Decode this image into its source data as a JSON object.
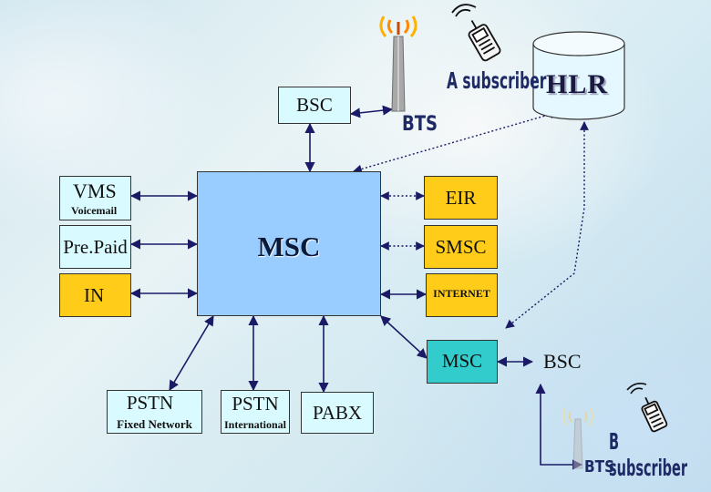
{
  "nodes": {
    "bsc_top": "BSC",
    "vms": "VMS",
    "vms_sub": "Voicemail",
    "prepaid": "Pre.Paid",
    "in": "IN",
    "msc_main": "MSC",
    "eir": "EIR",
    "smsc": "SMSC",
    "internet": "INTERNET",
    "msc_b": "MSC",
    "bsc_b": "BSC",
    "pstn_fixed": "PSTN",
    "pstn_fixed_sub": "Fixed Network",
    "pstn_intl": "PSTN",
    "pstn_intl_sub": "International",
    "pabx": "PABX",
    "hlr": "HLR",
    "bts_a": "BTS",
    "bts_b": "BTS",
    "a_subscriber": "A subscriber",
    "b_subscriber": "B subscriber"
  },
  "colors": {
    "light_cyan_box": "#d9fbff",
    "orange_box": "#ffcc1a",
    "teal_box": "#33cccc",
    "msc_box": "#99ccff",
    "hlr_cylinder": "#e5f7ff",
    "connector": "#1a1a66"
  },
  "icons": [
    "antenna-tower-icon",
    "mobile-phone-icon"
  ]
}
